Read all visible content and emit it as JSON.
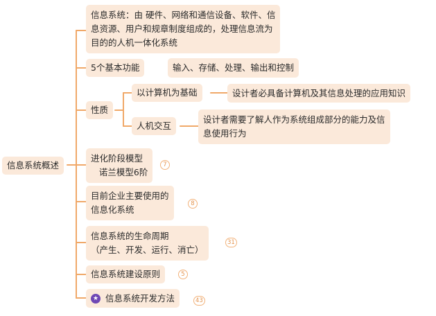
{
  "colors": {
    "connector": "#f0a868",
    "node_fill": "#fbe9da",
    "badge": "#e4944f",
    "star_icon": "#6f48b5"
  },
  "root": {
    "label": "信息系统概述"
  },
  "branches": [
    {
      "lines": [
        "信息系统：由 硬件、网络和通信设备、软件、信",
        "息资源、用户和规章制度组成的，处理信息流为",
        "目的的人机一体化系统"
      ]
    },
    {
      "lines": [
        "5个基本功能"
      ],
      "child": "输入、存储、处理、输出和控制"
    },
    {
      "lines": [
        "性质"
      ],
      "children": [
        {
          "label": "以计算机为基础",
          "detail": [
            "设计者必具备计算机及其信息处理的应用知识"
          ]
        },
        {
          "label": "人机交互",
          "detail": [
            "设计者需要了解人作为系统组成部分的能力及信",
            "息使用行为"
          ]
        }
      ]
    },
    {
      "lines": [
        "进化阶段模型",
        "   诺兰模型6阶"
      ],
      "count": "7"
    },
    {
      "lines": [
        "目前企业主要使用的",
        "信息化系统"
      ],
      "count": "8"
    },
    {
      "lines": [
        "信息系统的生命周期",
        "（产生、开发、运行、消亡）"
      ],
      "count": "31"
    },
    {
      "lines": [
        "信息系统建设原则"
      ],
      "count": "5"
    },
    {
      "lines": [
        "信息系统开发方法"
      ],
      "count": "43",
      "icon": "star-icon"
    }
  ]
}
